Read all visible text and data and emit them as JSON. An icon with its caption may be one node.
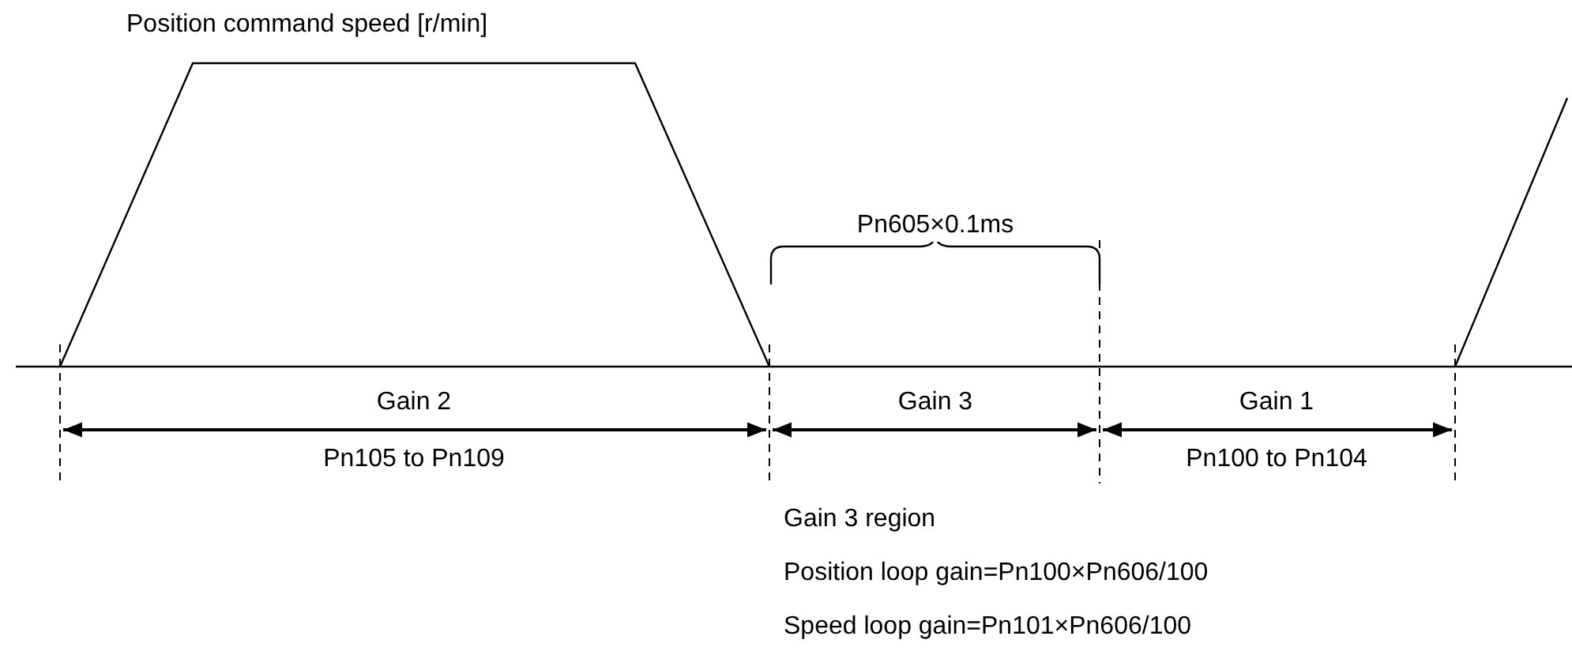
{
  "diagram": {
    "labels": [
      "Position command speed [r/min]",
      "Pn605×0.1ms",
      "Gain 2",
      "Gain 3",
      "Gain 1",
      "Pn105 to Pn109",
      "Pn100 to Pn104",
      "Gain 3 region",
      "Position loop gain=Pn100×Pn606/100",
      "Speed loop gain=Pn101×Pn606/100"
    ]
  }
}
